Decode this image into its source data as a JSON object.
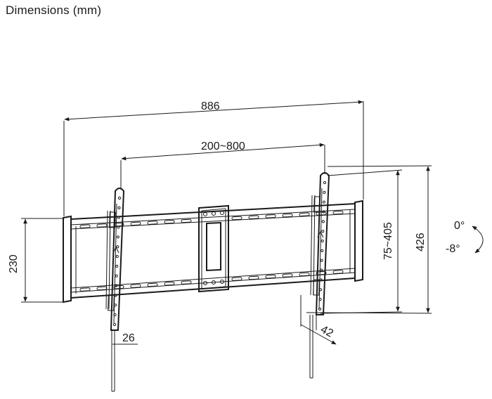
{
  "title": "Dimensions (mm)",
  "dimensions": {
    "overall_width": "886",
    "vesa_width": "200~800",
    "plate_height": "230",
    "vesa_height": "75~405",
    "overall_height": "426",
    "bracket_width": "26",
    "wall_distance": "42"
  },
  "tilt": {
    "upper": "0°",
    "lower": "-8°"
  }
}
